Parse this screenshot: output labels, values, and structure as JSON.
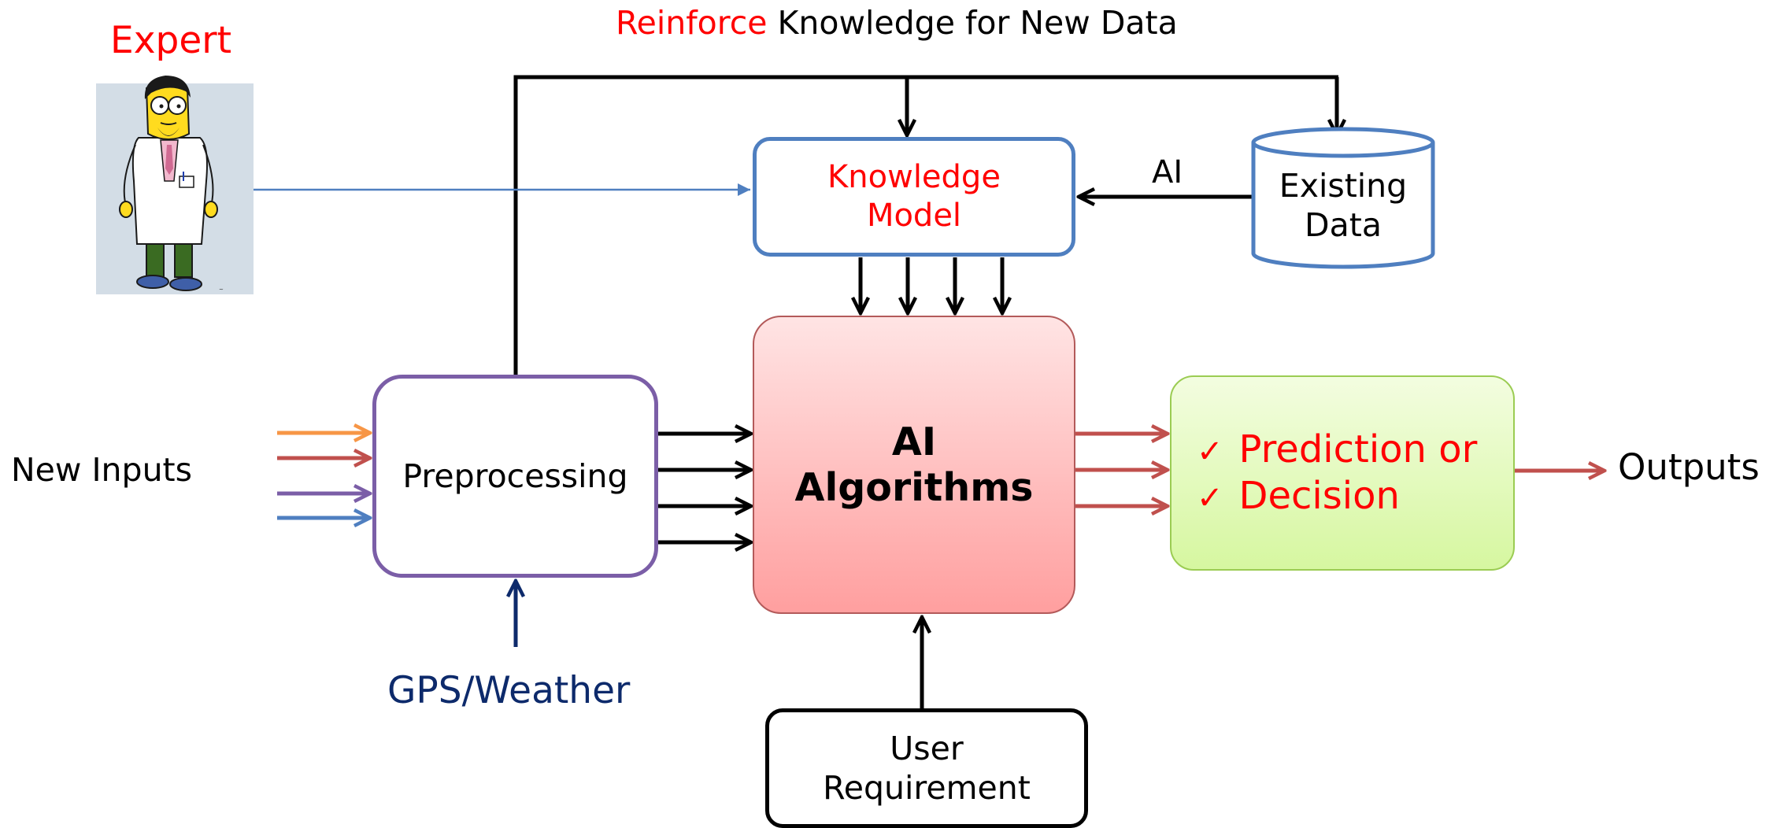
{
  "title": {
    "reinforce_word": "Reinforce",
    "rest": " Knowledge for New Data"
  },
  "expert": {
    "label": "Expert"
  },
  "knowledge_model": {
    "line1": "Knowledge",
    "line2": "Model"
  },
  "ai_edge_label": "AI",
  "existing_data": {
    "line1": "Existing",
    "line2": "Data"
  },
  "new_inputs": {
    "label": "New Inputs"
  },
  "preprocessing": {
    "label": "Preprocessing"
  },
  "ai_algorithms": {
    "line1": "AI",
    "line2": "Algorithms"
  },
  "outputs_box": {
    "check": "✓",
    "line1": "Prediction or",
    "line2": "Decision"
  },
  "outputs": {
    "label": "Outputs"
  },
  "gps_weather": {
    "label": "GPS/Weather"
  },
  "user_requirement": {
    "line1": "User",
    "line2": "Requirement"
  },
  "colors": {
    "red_text": "#ff0000",
    "navy_text": "#0d2a6b",
    "blue_stroke": "#4f7fc0",
    "purple_stroke": "#7b5ea7",
    "orange_arrow": "#f79646",
    "dark_red_arrow": "#c0504d",
    "pink_fill_top": "#ffe4e4",
    "pink_fill_bottom": "#ff9f9f",
    "green_fill_top": "#f3fde0",
    "green_fill_bottom": "#d6f7a0",
    "green_stroke": "#9bcc53"
  }
}
